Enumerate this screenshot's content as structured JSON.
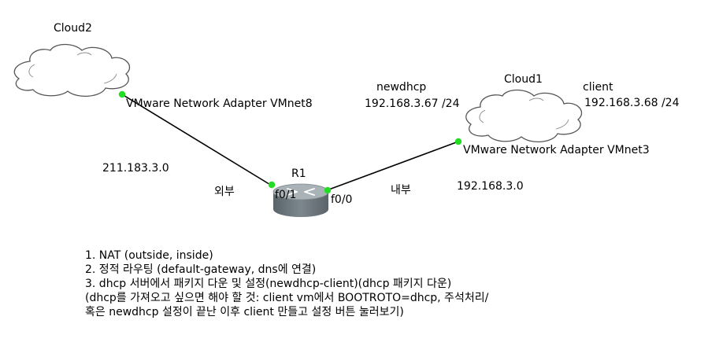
{
  "nodes": {
    "cloud2": {
      "name": "Cloud2",
      "adapter": "VMware Network Adapter VMnet8"
    },
    "cloud1": {
      "name": "Cloud1",
      "adapter": "VMware Network Adapter VMnet3"
    },
    "router": {
      "name": "R1",
      "if_outside": "f0/1",
      "if_inside": "f0/0"
    }
  },
  "networks": {
    "outside_net": "211.183.3.0",
    "inside_net": "192.168.3.0",
    "outside_label": "외부",
    "inside_label": "내부"
  },
  "hosts": {
    "newdhcp": {
      "name": "newdhcp",
      "ip": "192.168.3.67 /24"
    },
    "client": {
      "name": "client",
      "ip": "192.168.3.68 /24"
    }
  },
  "notes": [
    "1. NAT (outside, inside)",
    "2. 정적 라우팅 (default-gateway, dns에 연결)",
    "3. dhcp 서버에서 패키지 다운 및 설정(newdhcp-client)(dhcp 패키지 다운)",
    "(dhcp를 가져오고 싶으면 해야 할 것: client vm에서 BOOTROTO=dhcp, 주석처리/",
    "혹은 newdhcp 설정이 끝난 이후 client 만들고 설정 버튼 눌러보기)"
  ],
  "colors": {
    "link": "#000000",
    "port_dot": "#22dd22",
    "cloud_stroke": "#555555",
    "router_top": "#a9b2b6",
    "router_body": "#6f7a80"
  }
}
